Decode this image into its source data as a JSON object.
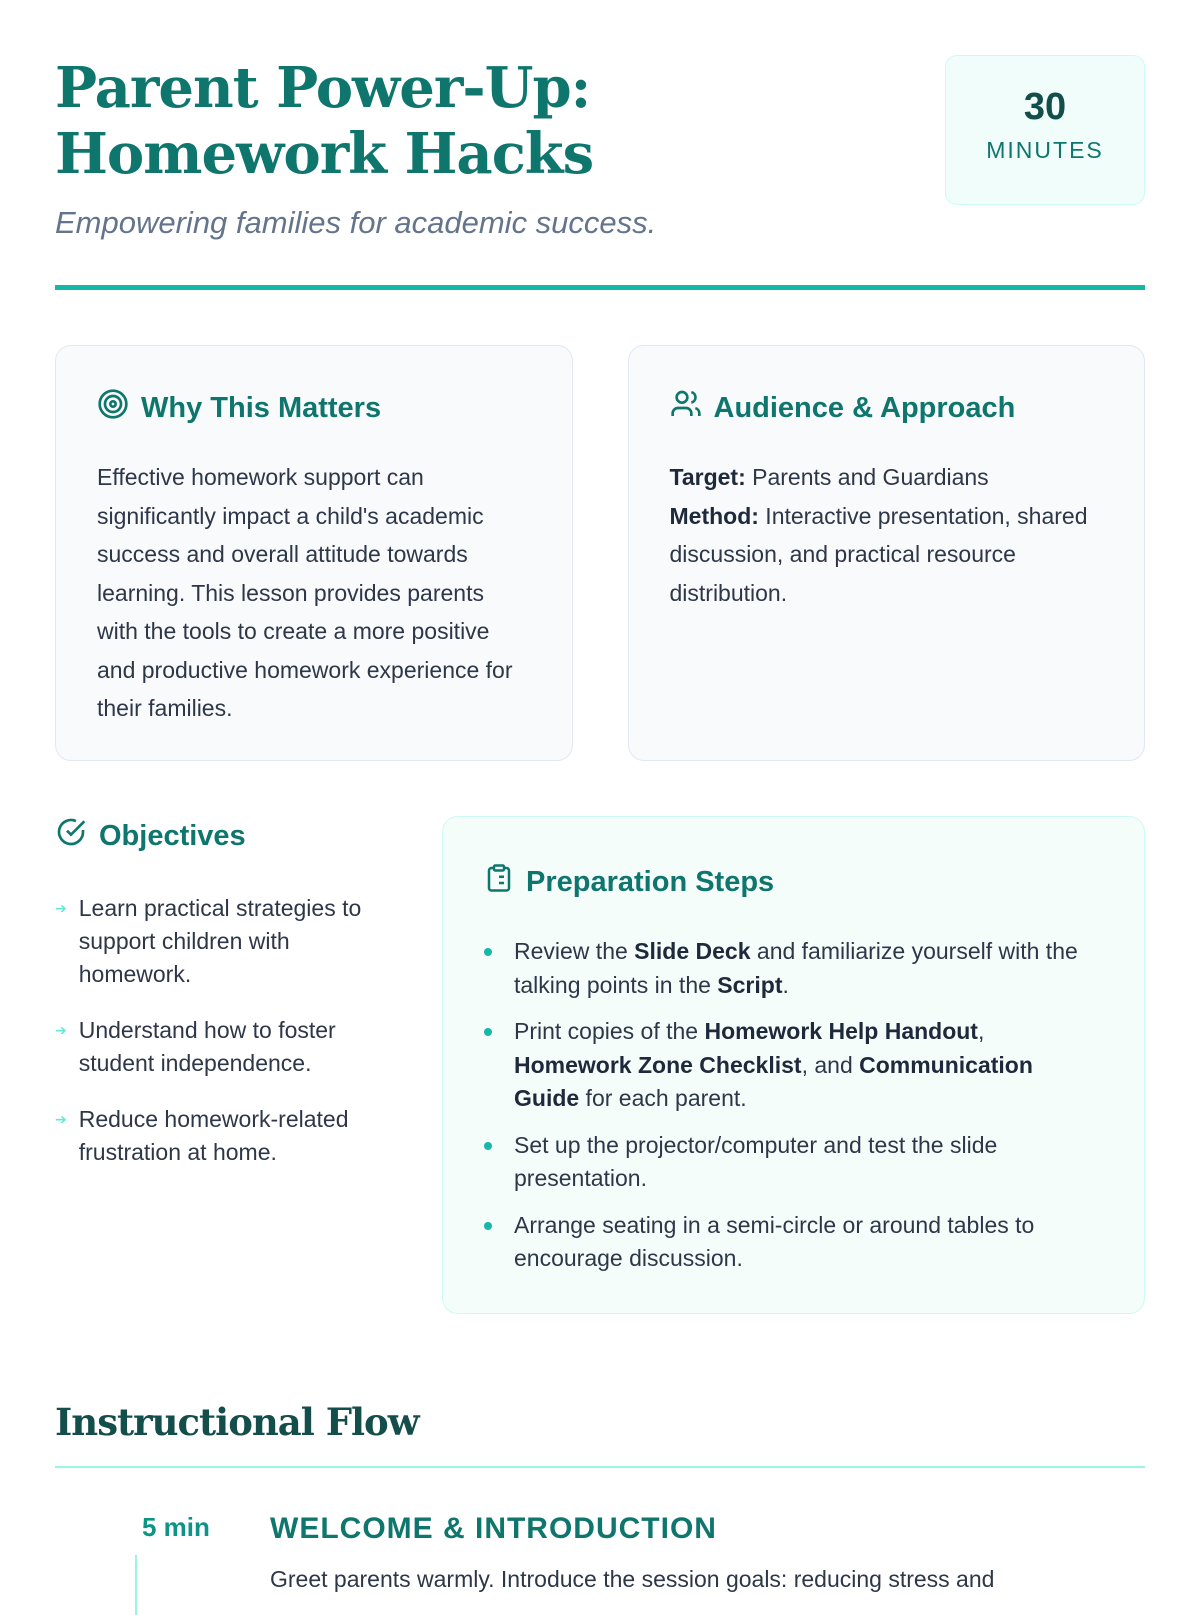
{
  "header": {
    "title": "Parent Power-Up: Homework Hacks",
    "subtitle": "Empowering families for academic success.",
    "duration_value": "30",
    "duration_unit": "MINUTES"
  },
  "why": {
    "title": "Why This Matters",
    "icon": "target-icon",
    "body": "Effective homework support can significantly impact a child's academic success and overall attitude towards learning. This lesson provides parents with the tools to create a more positive and productive homework experience for their families."
  },
  "audience": {
    "title": "Audience & Approach",
    "icon": "users-icon",
    "target_label": "Target:",
    "target": " Parents and Guardians",
    "method_label": "Method:",
    "method": " Interactive presentation, shared discussion, and practical resource distribution."
  },
  "objectives": {
    "title": "Objectives",
    "icon": "check-circle-icon",
    "items": [
      "Learn practical strategies to support children with homework.",
      "Understand how to foster student independence.",
      "Reduce homework-related frustration at home."
    ]
  },
  "prep": {
    "title": "Preparation Steps",
    "icon": "clipboard-icon",
    "items": [
      {
        "t1": "Review the ",
        "b1": "Slide Deck",
        "t2": " and familiarize yourself with the talking points in the ",
        "b2": "Script",
        "t3": ".",
        "b3": "",
        "t4": "",
        "b4": "",
        "t5": ""
      },
      {
        "t1": "Print copies of the ",
        "b1": "Homework Help Handout",
        "t2": ", ",
        "b2": "Homework Zone Checklist",
        "t3": ", and ",
        "b3": "Communication Guide",
        "t4": " for each parent.",
        "b4": "",
        "t5": ""
      },
      {
        "t1": "Set up the projector/computer and test the slide presentation.",
        "b1": "",
        "t2": "",
        "b2": "",
        "t3": "",
        "b3": "",
        "t4": "",
        "b4": "",
        "t5": ""
      },
      {
        "t1": "Arrange seating in a semi-circle or around tables to encourage discussion.",
        "b1": "",
        "t2": "",
        "b2": "",
        "t3": "",
        "b3": "",
        "t4": "",
        "b4": "",
        "t5": ""
      }
    ]
  },
  "flow": {
    "title": "Instructional Flow",
    "steps": [
      {
        "duration": "5 min",
        "title": "WELCOME & INTRODUCTION",
        "desc": "Greet parents warmly. Introduce the session goals: reducing stress and"
      }
    ]
  },
  "colors": {
    "accent": "#14b8a6",
    "primary": "#0f766e"
  }
}
